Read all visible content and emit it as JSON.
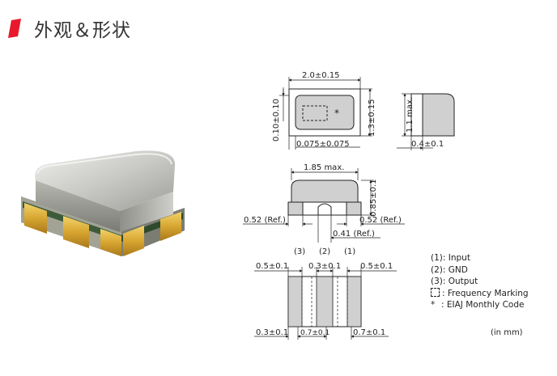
{
  "header": {
    "title": "外观＆形状",
    "accent_color": "#e8192c"
  },
  "top_view": {
    "width_dim": "2.0±0.15",
    "height_dim": "1.3±0.15",
    "left_dim": "0.10±0.10",
    "bottom_dim": "0.075±0.075",
    "marking_symbol": "*"
  },
  "side_view": {
    "height_dim": "1.1 max.",
    "bottom_dim": "0.4±0.1"
  },
  "front_view": {
    "top_dim": "1.85 max.",
    "right_dim": "0.85±0.1",
    "left_ref": "0.52 (Ref.)",
    "right_ref": "0.52 (Ref.)",
    "center_ref": "0.41 (Ref.)",
    "pin_labels": [
      "(3)",
      "(2)",
      "(1)"
    ]
  },
  "bottom_view": {
    "top_left": "0.5±0.1",
    "top_center": "0.3±0.1",
    "top_right": "0.5±0.1",
    "bottom_left": "0.3±0.1",
    "bottom_center": "0.7±0.1",
    "bottom_right": "0.7±0.1"
  },
  "legend": {
    "input": "(1): Input",
    "gnd": "(2): GND",
    "output": "(3): Output",
    "marking": ": Frequency Marking",
    "eiaj_star": "*",
    "eiaj": ": EIAJ Monthly Code"
  },
  "unit": "(in mm)"
}
